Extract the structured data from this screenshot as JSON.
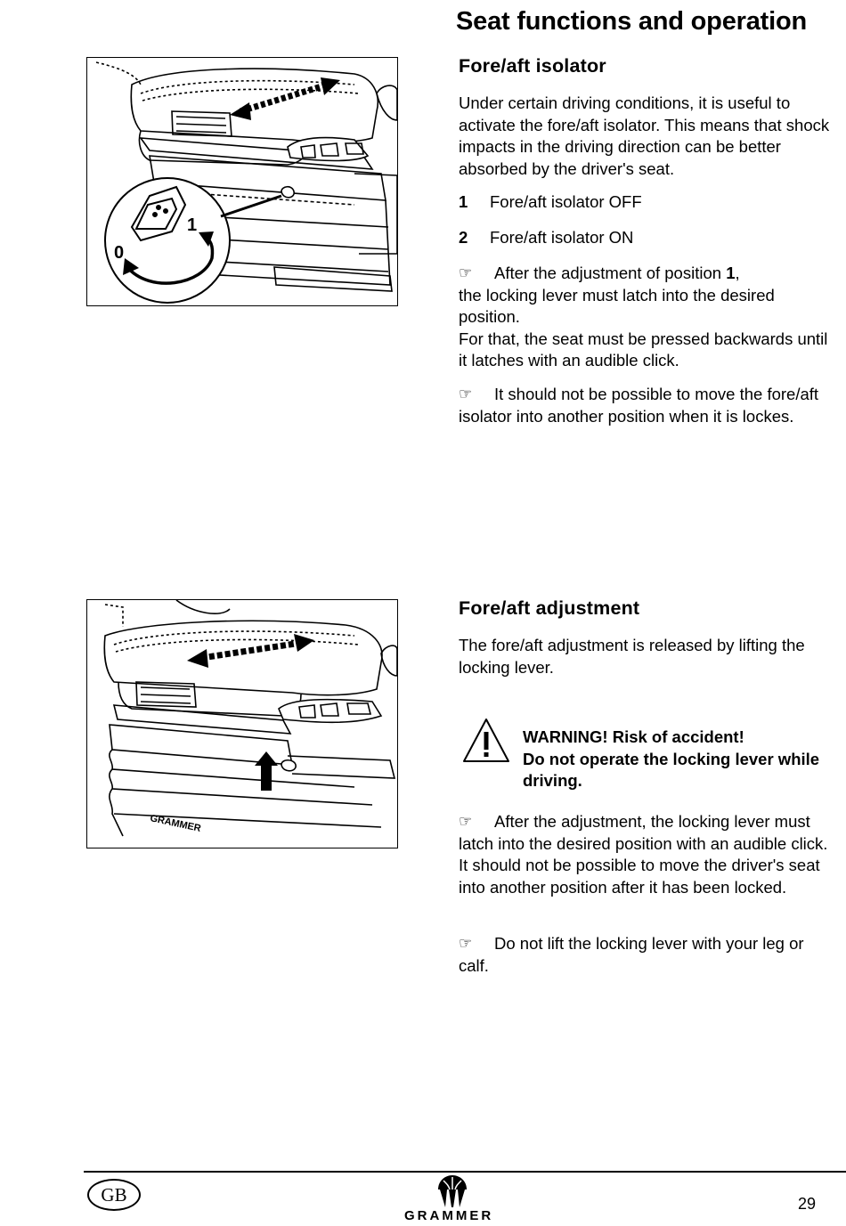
{
  "page": {
    "title": "Seat functions and operation",
    "footer": {
      "country_badge": "GB",
      "brand": "GRAMMER",
      "page_number": "29"
    }
  },
  "section1": {
    "heading": "Fore/aft isolator",
    "intro": "Under certain driving conditions, it is useful to activate the fore/aft isolator. This means that shock impacts in the driving direction can be better absorbed by the driver's seat.",
    "items": [
      {
        "num": "1",
        "text": "Fore/aft isolator OFF"
      },
      {
        "num": "2",
        "text": "Fore/aft isolator ON"
      }
    ],
    "note1_prefix": "After the adjustment of position ",
    "note1_bold": "1",
    "note1_rest": ",",
    "note1_cont": "the locking lever must latch into the desired position.",
    "note1_line2": "For that, the seat must be pressed backwards until it latches with an audible click.",
    "note2": "It should not be possible to move the fore/aft isolator into another position when it is lockes.",
    "figure": {
      "label_1": "1",
      "label_0": "0"
    }
  },
  "section2": {
    "heading": "Fore/aft adjustment",
    "intro": "The fore/aft adjustment is released by lifting the locking lever.",
    "warning": {
      "line1": "WARNING! Risk of accident!",
      "line2": "Do not operate the locking lever while driving."
    },
    "note1": "After the adjustment, the locking lever must latch into the desired position with an audible click. It should not be possible to move the driver's seat into another position after it has been locked.",
    "note2": "Do not lift the locking lever with your leg or calf.",
    "figure": {
      "seat_brand": "GRAMMER"
    }
  },
  "icons": {
    "note": "pointing-hand-icon",
    "warning": "warning-triangle-icon",
    "logo": "grammer-logo-icon"
  }
}
